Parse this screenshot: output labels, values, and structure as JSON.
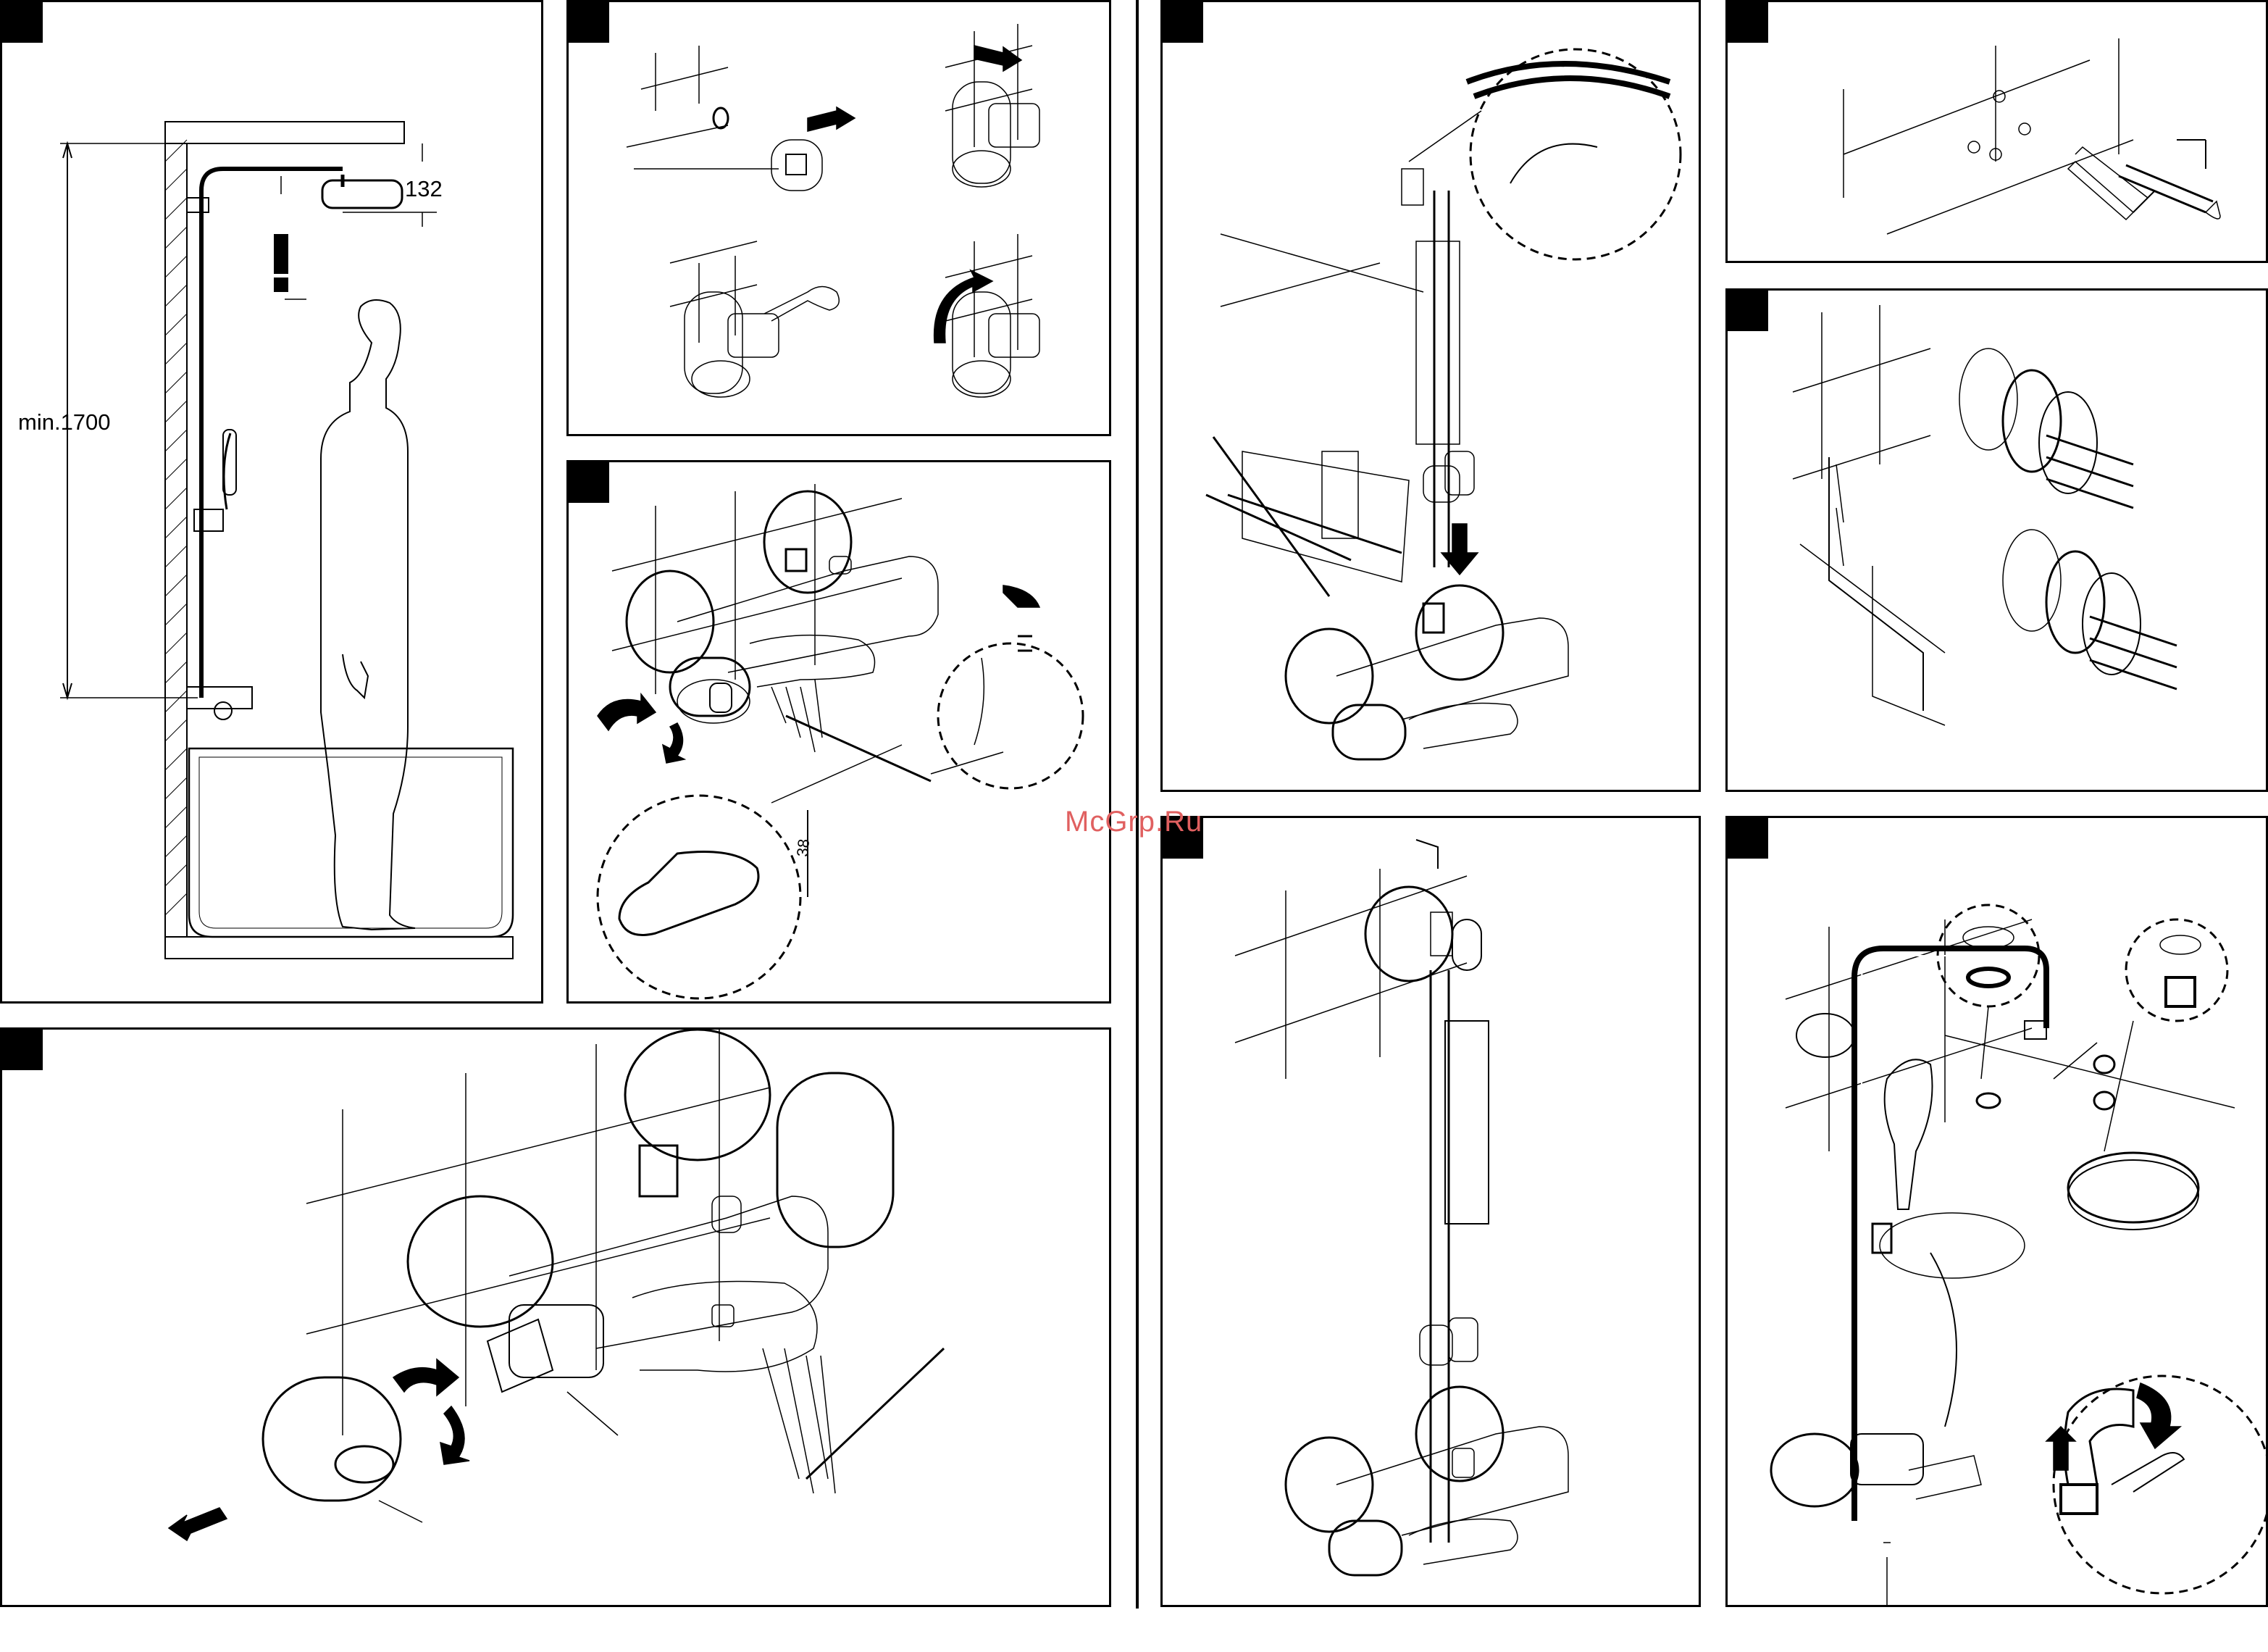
{
  "installation_sheet": {
    "dimension_top": "132",
    "dimension_height": "min.1700",
    "warning_mark": "!",
    "temperature_mark": "38"
  },
  "watermark": "McGrp.Ru",
  "colors": {
    "line": "#000000",
    "panel_bg": "#ffffff",
    "watermark": "#e06060"
  },
  "icons": [
    "exclamation-icon",
    "arrow-icon",
    "rotate-arrow-icon",
    "thermometer-icon",
    "wrench-icon",
    "magnify-circle-icon"
  ]
}
